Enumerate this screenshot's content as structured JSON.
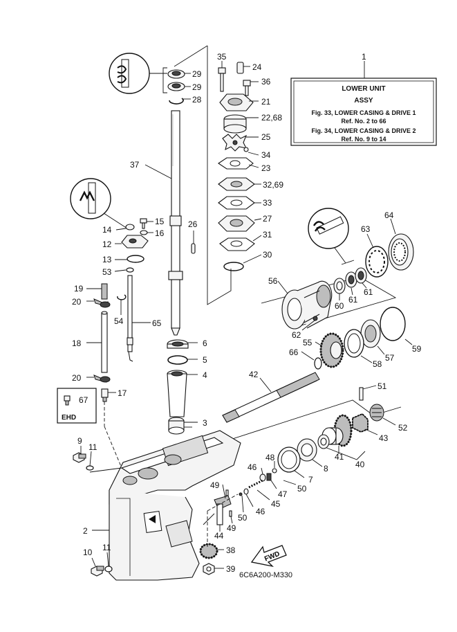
{
  "info_box": {
    "ref": "1",
    "title": "LOWER UNIT",
    "subtitle": "ASSY",
    "line1": "Fig. 33, LOWER CASING & DRIVE 1",
    "line2": "Ref. No. 2 to 66",
    "line3": "Fig. 34, LOWER CASING & DRIVE 2",
    "line4": "Ref. No. 9 to 14"
  },
  "ehd": {
    "label": "EHD",
    "ref": "67"
  },
  "fwd_label": "FWD",
  "drawing_code": "6C6A200-M330",
  "callouts": {
    "c2": "2",
    "c3": "3",
    "c4": "4",
    "c5": "5",
    "c6": "6",
    "c7": "7",
    "c8": "8",
    "c9": "9",
    "c10": "10",
    "c11a": "11",
    "c11b": "11",
    "c12": "12",
    "c13": "13",
    "c14": "14",
    "c15": "15",
    "c16": "16",
    "c17": "17",
    "c18": "18",
    "c19": "19",
    "c20a": "20",
    "c20b": "20",
    "c21": "21",
    "c22": "22,68",
    "c23": "23",
    "c24": "24",
    "c25": "25",
    "c26": "26",
    "c27": "27",
    "c28": "28",
    "c29a": "29",
    "c29b": "29",
    "c30": "30",
    "c31": "31",
    "c32": "32,69",
    "c33": "33",
    "c34": "34",
    "c35": "35",
    "c36": "36",
    "c37": "37",
    "c38": "38",
    "c39": "39",
    "c40": "40",
    "c41": "41",
    "c42": "42",
    "c43": "43",
    "c44": "44",
    "c45": "45",
    "c46a": "46",
    "c46b": "46",
    "c47": "47",
    "c48": "48",
    "c49a": "49",
    "c49b": "49",
    "c50a": "50",
    "c50b": "50",
    "c51": "51",
    "c52": "52",
    "c53": "53",
    "c54": "54",
    "c55": "55",
    "c56": "56",
    "c57": "57",
    "c58": "58",
    "c59": "59",
    "c60": "60",
    "c61a": "61",
    "c61b": "61",
    "c62": "62",
    "c63": "63",
    "c64": "64",
    "c65": "65",
    "c66": "66"
  }
}
